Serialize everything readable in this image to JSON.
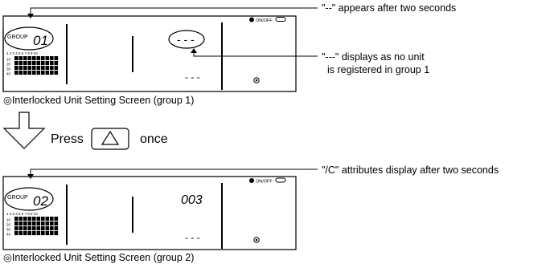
{
  "panel1": {
    "group_label": "GROUP",
    "group_number": "01",
    "onoff_label": "ON/OFF",
    "center_display": "- - -",
    "bottom_display": "- - -",
    "grid_col_numbers": "1 2 3 4 5 6 7 8 9 10",
    "grid_row_labels": [
      "10",
      "20",
      "30",
      "40"
    ]
  },
  "panel2": {
    "group_label": "GROUP",
    "group_number": "02",
    "onoff_label": "ON/OFF",
    "center_display": "003",
    "bottom_display": "- - -",
    "grid_col_numbers": "1 2 3 4 5 6 7 8 9 10",
    "grid_row_labels": [
      "10",
      "20",
      "30",
      "40"
    ]
  },
  "captions": {
    "screen1": "◎Interlocked Unit Setting Screen (group 1)",
    "screen2": "◎Interlocked Unit Setting Screen (group 2)"
  },
  "annotations": {
    "top_right": "\"--\" appears after two seconds",
    "no_unit_line1": "\"---\" displays as no unit",
    "no_unit_line2": "is registered in group 1",
    "attributes": "\"/C\" attributes display after two seconds"
  },
  "press": {
    "before": "Press",
    "button_symbol": "△",
    "after": "once"
  }
}
